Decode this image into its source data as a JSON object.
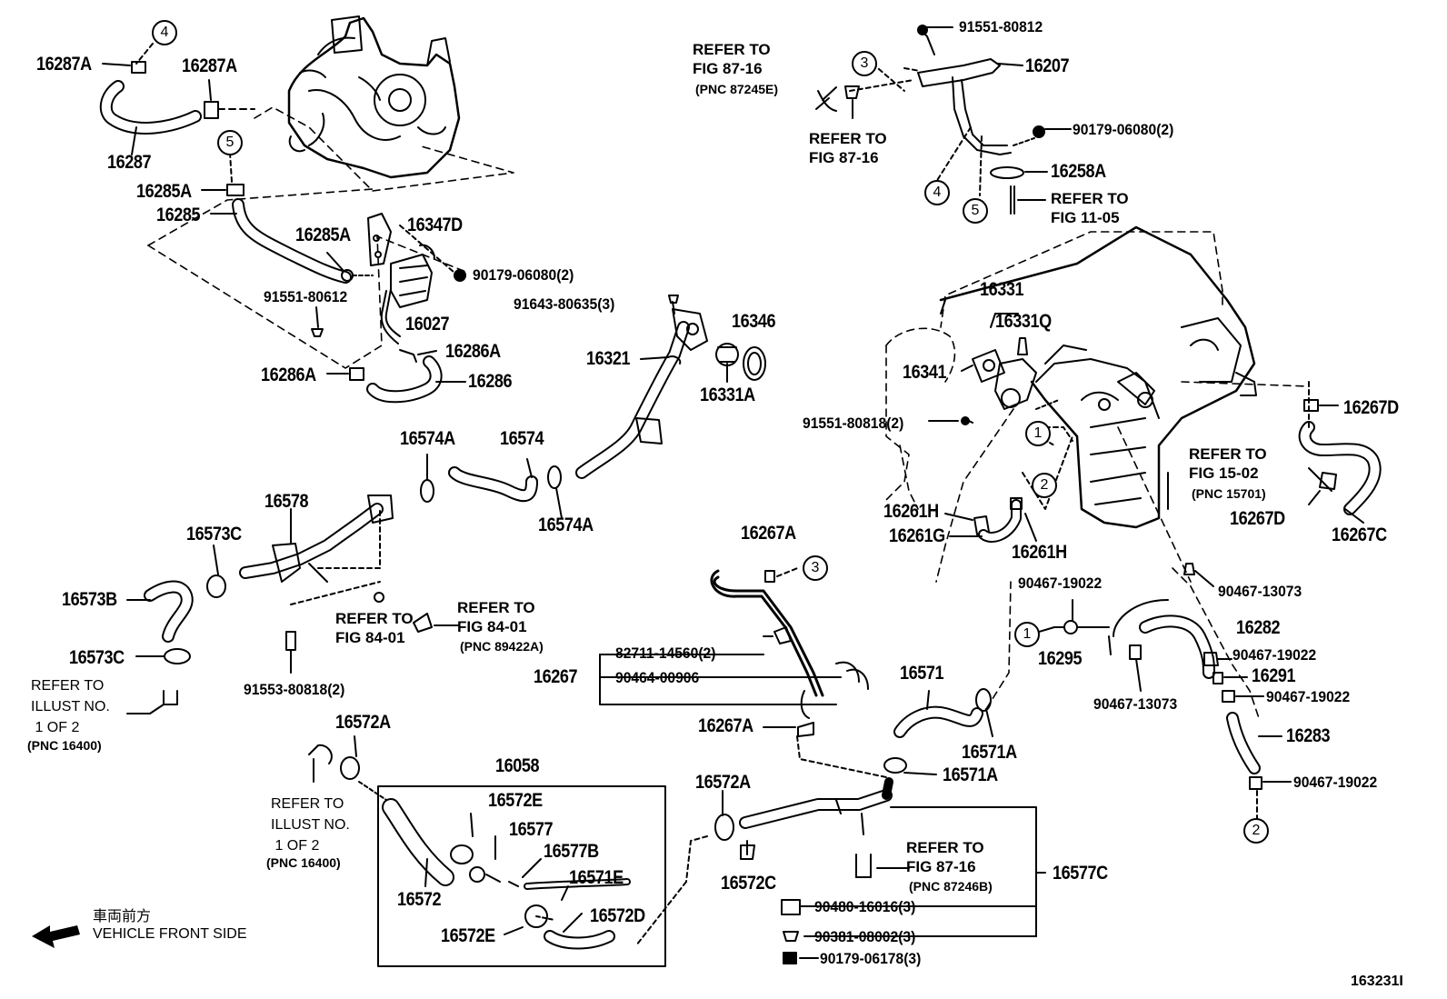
{
  "figure_number": "163231I",
  "direction": {
    "japanese": "車両前方",
    "english": "VEHICLE FRONT SIDE"
  },
  "callouts": [
    "1",
    "2",
    "3",
    "4",
    "5"
  ],
  "parts": {
    "p16287A_a": "16287A",
    "p16287A_b": "16287A",
    "p16287": "16287",
    "p16285A_a": "16285A",
    "p16285": "16285",
    "p16285A_b": "16285A",
    "p16347D": "16347D",
    "p90179_06080_a": "90179-06080(2)",
    "p91551_80612": "91551-80612",
    "p16027": "16027",
    "p16286A_a": "16286A",
    "p16286A_b": "16286A",
    "p16286": "16286",
    "p91643": "91643-80635(3)",
    "p16321": "16321",
    "p16346": "16346",
    "p16331A": "16331A",
    "p91551_80812": "91551-80812",
    "p16207": "16207",
    "p90179_06080_b": "90179-06080(2)",
    "p16258A": "16258A",
    "p16331": "16331",
    "p16331Q": "16331Q",
    "p16341": "16341",
    "p91551_80818": "91551-80818(2)",
    "p16574A_a": "16574A",
    "p16574": "16574",
    "p16574A_b": "16574A",
    "p16578": "16578",
    "p16573C_a": "16573C",
    "p16573B": "16573B",
    "p16573C_b": "16573C",
    "p91553": "91553-80818(2)",
    "p16267A_a": "16267A",
    "p82711": "82711-14560(2)",
    "p16267": "16267",
    "p90464": "90464-00906",
    "p16267A_b": "16267A",
    "p16261H_a": "16261H",
    "p16261G": "16261G",
    "p16261H_b": "16261H",
    "p16267D_a": "16267D",
    "p16267D_b": "16267D",
    "p16267C": "16267C",
    "p90467_13073_a": "90467-13073",
    "p90467_19022_a": "90467-19022",
    "p16282": "16282",
    "p16295": "16295",
    "p90467_19022_b": "90467-19022",
    "p16291": "16291",
    "p90467_13073_b": "90467-13073",
    "p90467_19022_c": "90467-19022",
    "p16283": "16283",
    "p90467_19022_d": "90467-19022",
    "p16571": "16571",
    "p16571A_a": "16571A",
    "p16571A_b": "16571A",
    "p16572A_a": "16572A",
    "p16058": "16058",
    "p16572E_a": "16572E",
    "p16577": "16577",
    "p16577B": "16577B",
    "p16571E": "16571E",
    "p16572": "16572",
    "p16572D": "16572D",
    "p16572E_b": "16572E",
    "p16572A_b": "16572A",
    "p16572C": "16572C",
    "p16577C": "16577C",
    "p90480": "90480-16016(3)",
    "p90381": "90381-08002(3)",
    "p90179_06178": "90179-06178(3)"
  },
  "references": {
    "ref_87_16_a": {
      "text": "REFER TO\nFIG 87-16",
      "pnc": "(PNC 87245E)"
    },
    "ref_87_16_b": {
      "text": "REFER TO\nFIG 87-16"
    },
    "ref_11_05": {
      "text": "REFER TO\nFIG 11-05"
    },
    "ref_15_02": {
      "text": "REFER TO\nFIG 15-02",
      "pnc": "(PNC 15701)"
    },
    "ref_84_01_a": {
      "text": "REFER TO\nFIG 84-01",
      "pnc": "(PNC 89422A)"
    },
    "ref_84_01_b": {
      "text": "REFER TO\nFIG 84-01"
    },
    "ref_87_16_c": {
      "text": "REFER TO\nFIG 87-16",
      "pnc": "(PNC 87246B)"
    },
    "illust_a": {
      "text": "REFER TO\nILLUST NO.\n 1 OF 2",
      "pnc": "(PNC 16400)"
    },
    "illust_b": {
      "text": "REFER TO\nILLUST NO.\n 1 OF 2",
      "pnc": "(PNC 16400)"
    }
  }
}
